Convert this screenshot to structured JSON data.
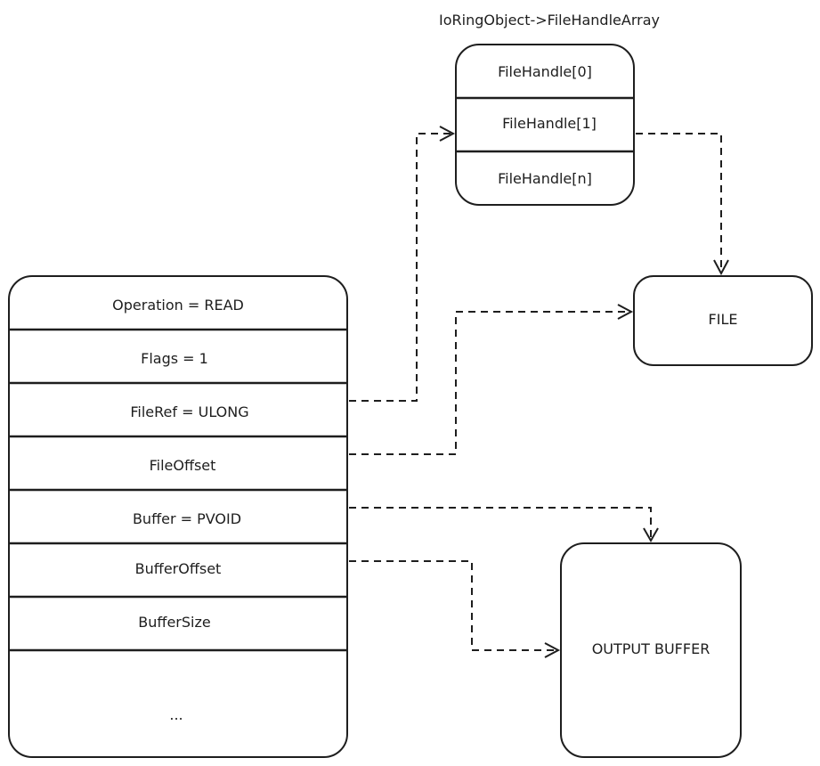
{
  "array_title": "IoRingObject->FileHandleArray",
  "file_handles": [
    "FileHandle[0]",
    "FileHandle[1]",
    "FileHandle[n]"
  ],
  "sqe_fields": [
    "Operation = READ",
    "Flags = 1",
    "FileRef = ULONG",
    "FileOffset",
    "Buffer = PVOID",
    "BufferOffset",
    "BufferSize",
    "..."
  ],
  "file_box": "FILE",
  "output_box": "OUTPUT BUFFER"
}
